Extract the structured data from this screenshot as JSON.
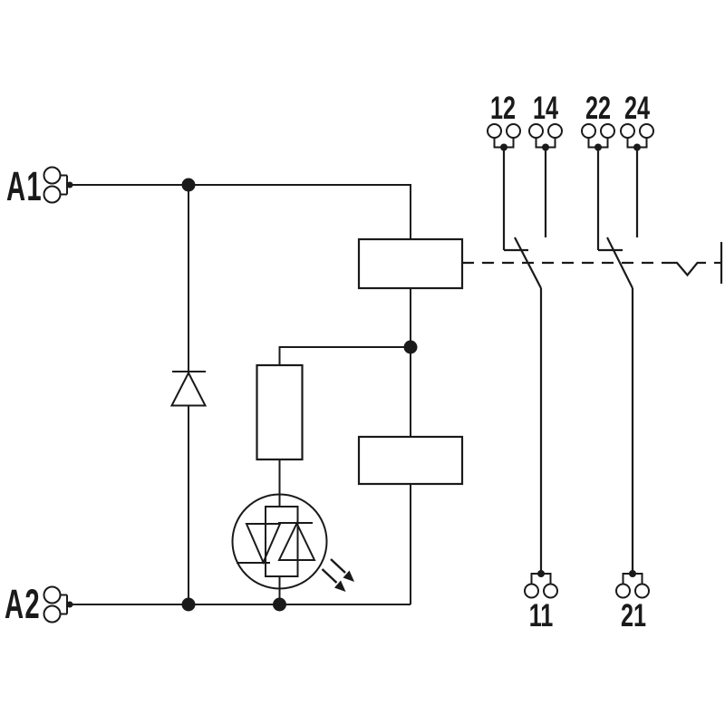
{
  "colors": {
    "line": "#1a1a1a",
    "background": "#ffffff"
  },
  "terminals": {
    "coil_a1": "A1",
    "coil_a2": "A2",
    "contact1": {
      "nc": "12",
      "no": "14",
      "common": "11"
    },
    "contact2": {
      "nc": "22",
      "no": "24",
      "common": "21"
    }
  },
  "components": {
    "coil_box_upper": "relay-coil",
    "coil_box_lower": "relay-coil-section",
    "diode": "suppression-diode",
    "resistor": "series-resistor",
    "indicator": "bidirectional-led-indicator",
    "mechanical_link": "mechanical-link-dashed-line",
    "manual_actuator": "test-actuator-bar"
  }
}
